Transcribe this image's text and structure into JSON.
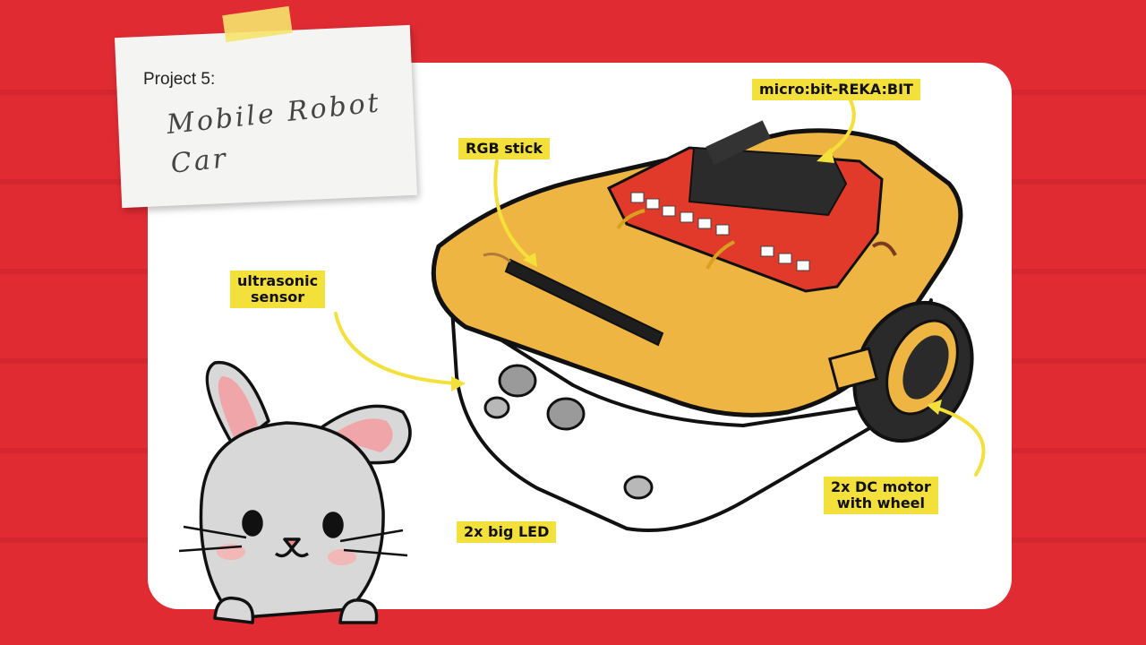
{
  "project": {
    "number_label": "Project 5:",
    "title": "Mobile Robot Car"
  },
  "labels": {
    "board": "micro:bit-REKA:BIT",
    "rgb": "RGB stick",
    "ultrasonic_line1": "ultrasonic",
    "ultrasonic_line2": "sensor",
    "led": "2x big LED",
    "motor_line1": "2x DC motor",
    "motor_line2": "with wheel"
  },
  "colors": {
    "background": "#e02b33",
    "card": "#ffffff",
    "label": "#f4e03a",
    "robot_top": "#efb542",
    "board": "#e23a2a",
    "rabbit": "#d8d8d8"
  }
}
